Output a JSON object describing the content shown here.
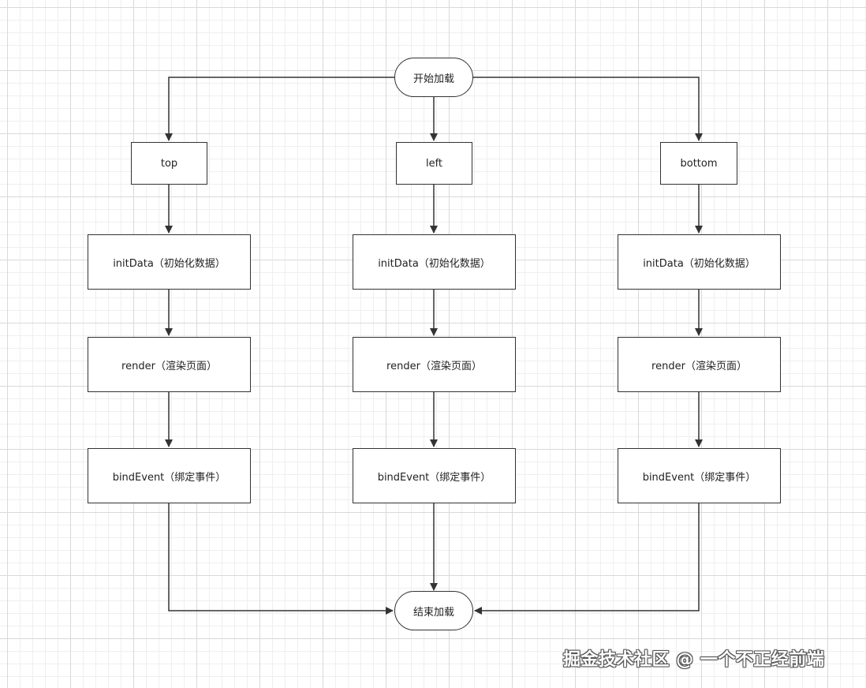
{
  "nodes": {
    "start": "开始加载",
    "end": "结束加载",
    "branch_top": "top",
    "branch_left": "left",
    "branch_bottom": "bottom",
    "init_data": "initData（初始化数据）",
    "render": "render（渲染页面）",
    "bind_event": "bindEvent（绑定事件）"
  },
  "watermark": "掘金技术社区 @ 一个不正经前端",
  "colors": {
    "stroke": "#333333",
    "fill": "#ffffff",
    "grid_major": "#d9d9d9",
    "grid_minor": "#efefef"
  }
}
